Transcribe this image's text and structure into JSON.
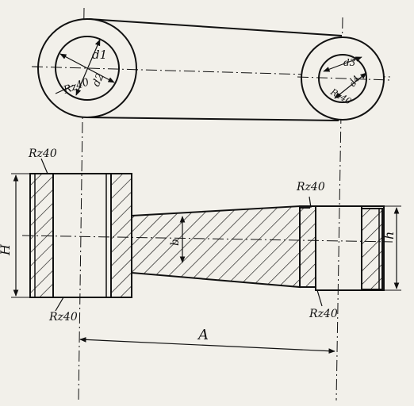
{
  "labels": {
    "d1": "d1",
    "d2": "d2",
    "d3": "d3",
    "d4": "d4",
    "rz40_top_left_view": "Rz40",
    "rz40_top_right_view": "Rz40",
    "rz_left_top": "Rz40",
    "rz_left_bottom": "Rz40",
    "rz_right_top": "Rz40",
    "rz_right_bottom": "Rz40",
    "H": "H",
    "h": "h",
    "b": "b",
    "A": "A"
  },
  "colors": {
    "paper": "#f2f0ea",
    "ink": "#111111"
  }
}
